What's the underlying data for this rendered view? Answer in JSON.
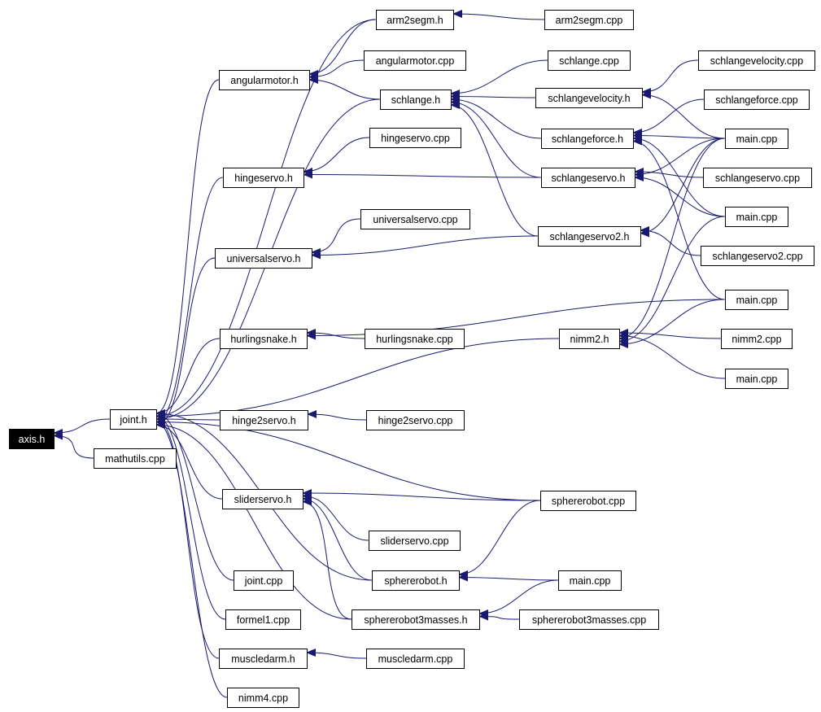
{
  "graph": {
    "root": "axis.h",
    "colors": {
      "edge": "#191970",
      "node_border": "#000000",
      "root_fill": "#000000",
      "root_text": "#ffffff"
    },
    "nodes": {
      "axis_h": "axis.h",
      "joint_h": "joint.h",
      "mathutils_cpp": "mathutils.cpp",
      "angularmotor_h": "angularmotor.h",
      "arm2segm_h": "arm2segm.h",
      "arm2segm_cpp": "arm2segm.cpp",
      "angularmotor_cpp": "angularmotor.cpp",
      "schlange_h": "schlange.h",
      "schlange_cpp": "schlange.cpp",
      "schlangevelocity_h": "schlangevelocity.h",
      "schlangevelocity_cpp": "schlangevelocity.cpp",
      "schlangeforce_cpp": "schlangeforce.cpp",
      "schlangeforce_h": "schlangeforce.h",
      "main_cpp_1": "main.cpp",
      "hingeservo_cpp": "hingeservo.cpp",
      "hingeservo_h": "hingeservo.h",
      "schlangeservo_h": "schlangeservo.h",
      "schlangeservo_cpp": "schlangeservo.cpp",
      "main_cpp_2": "main.cpp",
      "universalservo_cpp": "universalservo.cpp",
      "universalservo_h": "universalservo.h",
      "schlangeservo2_h": "schlangeservo2.h",
      "schlangeservo2_cpp": "schlangeservo2.cpp",
      "main_cpp_3": "main.cpp",
      "hurlingsnake_h": "hurlingsnake.h",
      "hurlingsnake_cpp": "hurlingsnake.cpp",
      "nimm2_h": "nimm2.h",
      "nimm2_cpp": "nimm2.cpp",
      "main_cpp_4": "main.cpp",
      "hinge2servo_h": "hinge2servo.h",
      "hinge2servo_cpp": "hinge2servo.cpp",
      "sphererobot_cpp": "sphererobot.cpp",
      "sliderservo_h": "sliderservo.h",
      "sliderservo_cpp": "sliderservo.cpp",
      "sphererobot_h": "sphererobot.h",
      "main_cpp_5": "main.cpp",
      "joint_cpp": "joint.cpp",
      "sphererobot3masses_h": "sphererobot3masses.h",
      "sphererobot3masses_cpp": "sphererobot3masses.cpp",
      "formel1_cpp": "formel1.cpp",
      "muscledarm_h": "muscledarm.h",
      "muscledarm_cpp": "muscledarm.cpp",
      "nimm4_cpp": "nimm4.cpp"
    },
    "edges": [
      [
        "joint_h",
        "axis_h"
      ],
      [
        "mathutils_cpp",
        "axis_h"
      ],
      [
        "angularmotor_h",
        "joint_h"
      ],
      [
        "arm2segm_h",
        "joint_h"
      ],
      [
        "schlange_h",
        "joint_h"
      ],
      [
        "hingeservo_h",
        "joint_h"
      ],
      [
        "universalservo_h",
        "joint_h"
      ],
      [
        "hurlingsnake_h",
        "joint_h"
      ],
      [
        "nimm2_h",
        "joint_h"
      ],
      [
        "hinge2servo_h",
        "joint_h"
      ],
      [
        "sphererobot_cpp",
        "joint_h"
      ],
      [
        "sliderservo_h",
        "joint_h"
      ],
      [
        "joint_cpp",
        "joint_h"
      ],
      [
        "formel1_cpp",
        "joint_h"
      ],
      [
        "muscledarm_h",
        "joint_h"
      ],
      [
        "nimm4_cpp",
        "joint_h"
      ],
      [
        "sphererobot3masses_h",
        "joint_h"
      ],
      [
        "sphererobot_h",
        "joint_h"
      ],
      [
        "arm2segm_h",
        "angularmotor_h"
      ],
      [
        "angularmotor_cpp",
        "angularmotor_h"
      ],
      [
        "schlange_h",
        "angularmotor_h"
      ],
      [
        "arm2segm_cpp",
        "arm2segm_h"
      ],
      [
        "schlange_cpp",
        "schlange_h"
      ],
      [
        "schlangevelocity_h",
        "schlange_h"
      ],
      [
        "schlangeforce_h",
        "schlange_h"
      ],
      [
        "schlangeservo_h",
        "schlange_h"
      ],
      [
        "schlangeservo2_h",
        "schlange_h"
      ],
      [
        "schlangevelocity_cpp",
        "schlangevelocity_h"
      ],
      [
        "main_cpp_1",
        "schlangevelocity_h"
      ],
      [
        "schlangeforce_cpp",
        "schlangeforce_h"
      ],
      [
        "main_cpp_1",
        "schlangeforce_h"
      ],
      [
        "main_cpp_2",
        "schlangeforce_h"
      ],
      [
        "main_cpp_3",
        "schlangeforce_h"
      ],
      [
        "hingeservo_cpp",
        "hingeservo_h"
      ],
      [
        "schlangeservo_h",
        "hingeservo_h"
      ],
      [
        "schlangeservo_cpp",
        "schlangeservo_h"
      ],
      [
        "main_cpp_1",
        "schlangeservo_h"
      ],
      [
        "main_cpp_2",
        "schlangeservo_h"
      ],
      [
        "universalservo_cpp",
        "universalservo_h"
      ],
      [
        "schlangeservo2_h",
        "universalservo_h"
      ],
      [
        "schlangeservo2_cpp",
        "schlangeservo2_h"
      ],
      [
        "main_cpp_1",
        "schlangeservo2_h"
      ],
      [
        "hurlingsnake_cpp",
        "hurlingsnake_h"
      ],
      [
        "main_cpp_3",
        "hurlingsnake_h"
      ],
      [
        "nimm2_cpp",
        "nimm2_h"
      ],
      [
        "main_cpp_4",
        "nimm2_h"
      ],
      [
        "main_cpp_1",
        "nimm2_h"
      ],
      [
        "main_cpp_2",
        "nimm2_h"
      ],
      [
        "main_cpp_3",
        "nimm2_h"
      ],
      [
        "hinge2servo_cpp",
        "hinge2servo_h"
      ],
      [
        "sphererobot_cpp",
        "sliderservo_h"
      ],
      [
        "sliderservo_cpp",
        "sliderservo_h"
      ],
      [
        "sphererobot_h",
        "sliderservo_h"
      ],
      [
        "sphererobot3masses_h",
        "sliderservo_h"
      ],
      [
        "sphererobot_cpp",
        "sphererobot_h"
      ],
      [
        "main_cpp_5",
        "sphererobot_h"
      ],
      [
        "main_cpp_5",
        "sphererobot3masses_h"
      ],
      [
        "sphererobot3masses_cpp",
        "sphererobot3masses_h"
      ],
      [
        "muscledarm_cpp",
        "muscledarm_h"
      ]
    ]
  }
}
